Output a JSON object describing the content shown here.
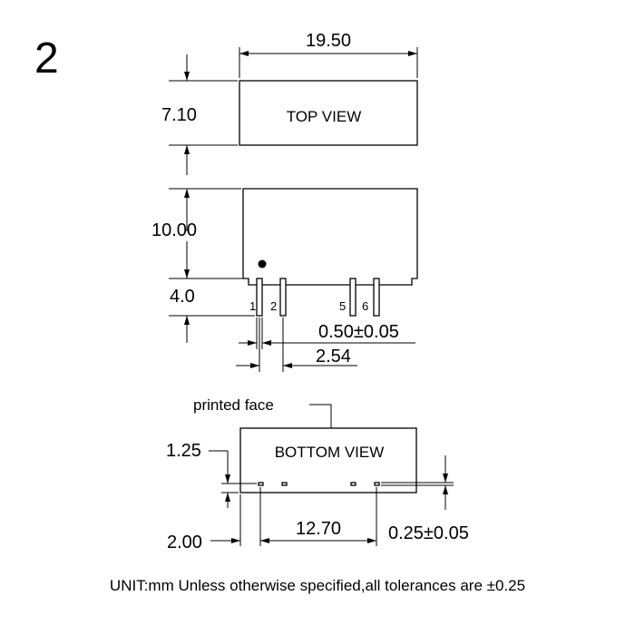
{
  "figure_number": "2",
  "top_view": {
    "label": "TOP VIEW",
    "width_dim": "19.50",
    "height_dim": "7.10"
  },
  "side_view": {
    "height_dim": "10.00",
    "pin_length_dim": "4.0",
    "pins": [
      "1",
      "2",
      "5",
      "6"
    ],
    "pin_width_dim": "0.50±0.05",
    "pin_pitch_dim": "2.54"
  },
  "bottom_view": {
    "label": "BOTTOM VIEW",
    "printed_face_label": "printed face",
    "edge_offset_dim": "1.25",
    "pin_thickness_dim": "0.25±0.05",
    "side_margin_dim": "2.00",
    "pin_span_dim": "12.70"
  },
  "footer_note": "UNIT:mm Unless otherwise specified,all tolerances are ±0.25"
}
